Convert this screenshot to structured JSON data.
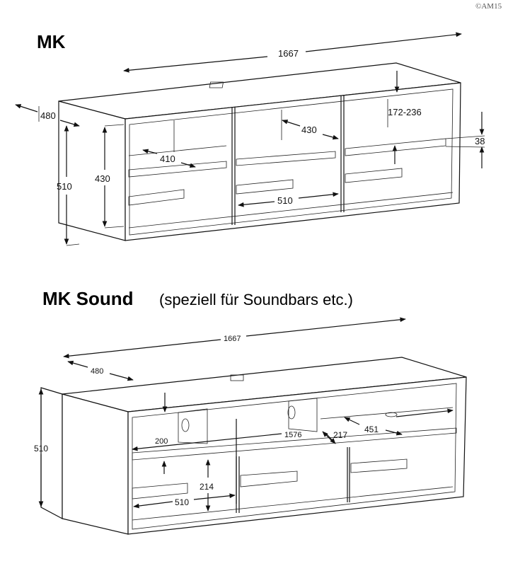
{
  "copyright": "©AM15",
  "mk": {
    "title": "MK",
    "dims": {
      "width": "1667",
      "depth": "480",
      "height": "510",
      "inner_height": "430",
      "shelf_depth_left": "410",
      "shelf_depth_mid": "430",
      "compartment_width": "510",
      "adjustable": "172-236",
      "shelf_thickness": "38"
    }
  },
  "mk_sound": {
    "title": "MK Sound",
    "subtitle": "(speziell für Soundbars etc.)",
    "dims": {
      "width": "1667",
      "depth": "480",
      "height": "510",
      "top_gap": "200",
      "inner_width": "1576",
      "shelf_depth": "217",
      "soundbar_width": "451",
      "compartment_height": "214",
      "compartment_width": "510"
    }
  }
}
